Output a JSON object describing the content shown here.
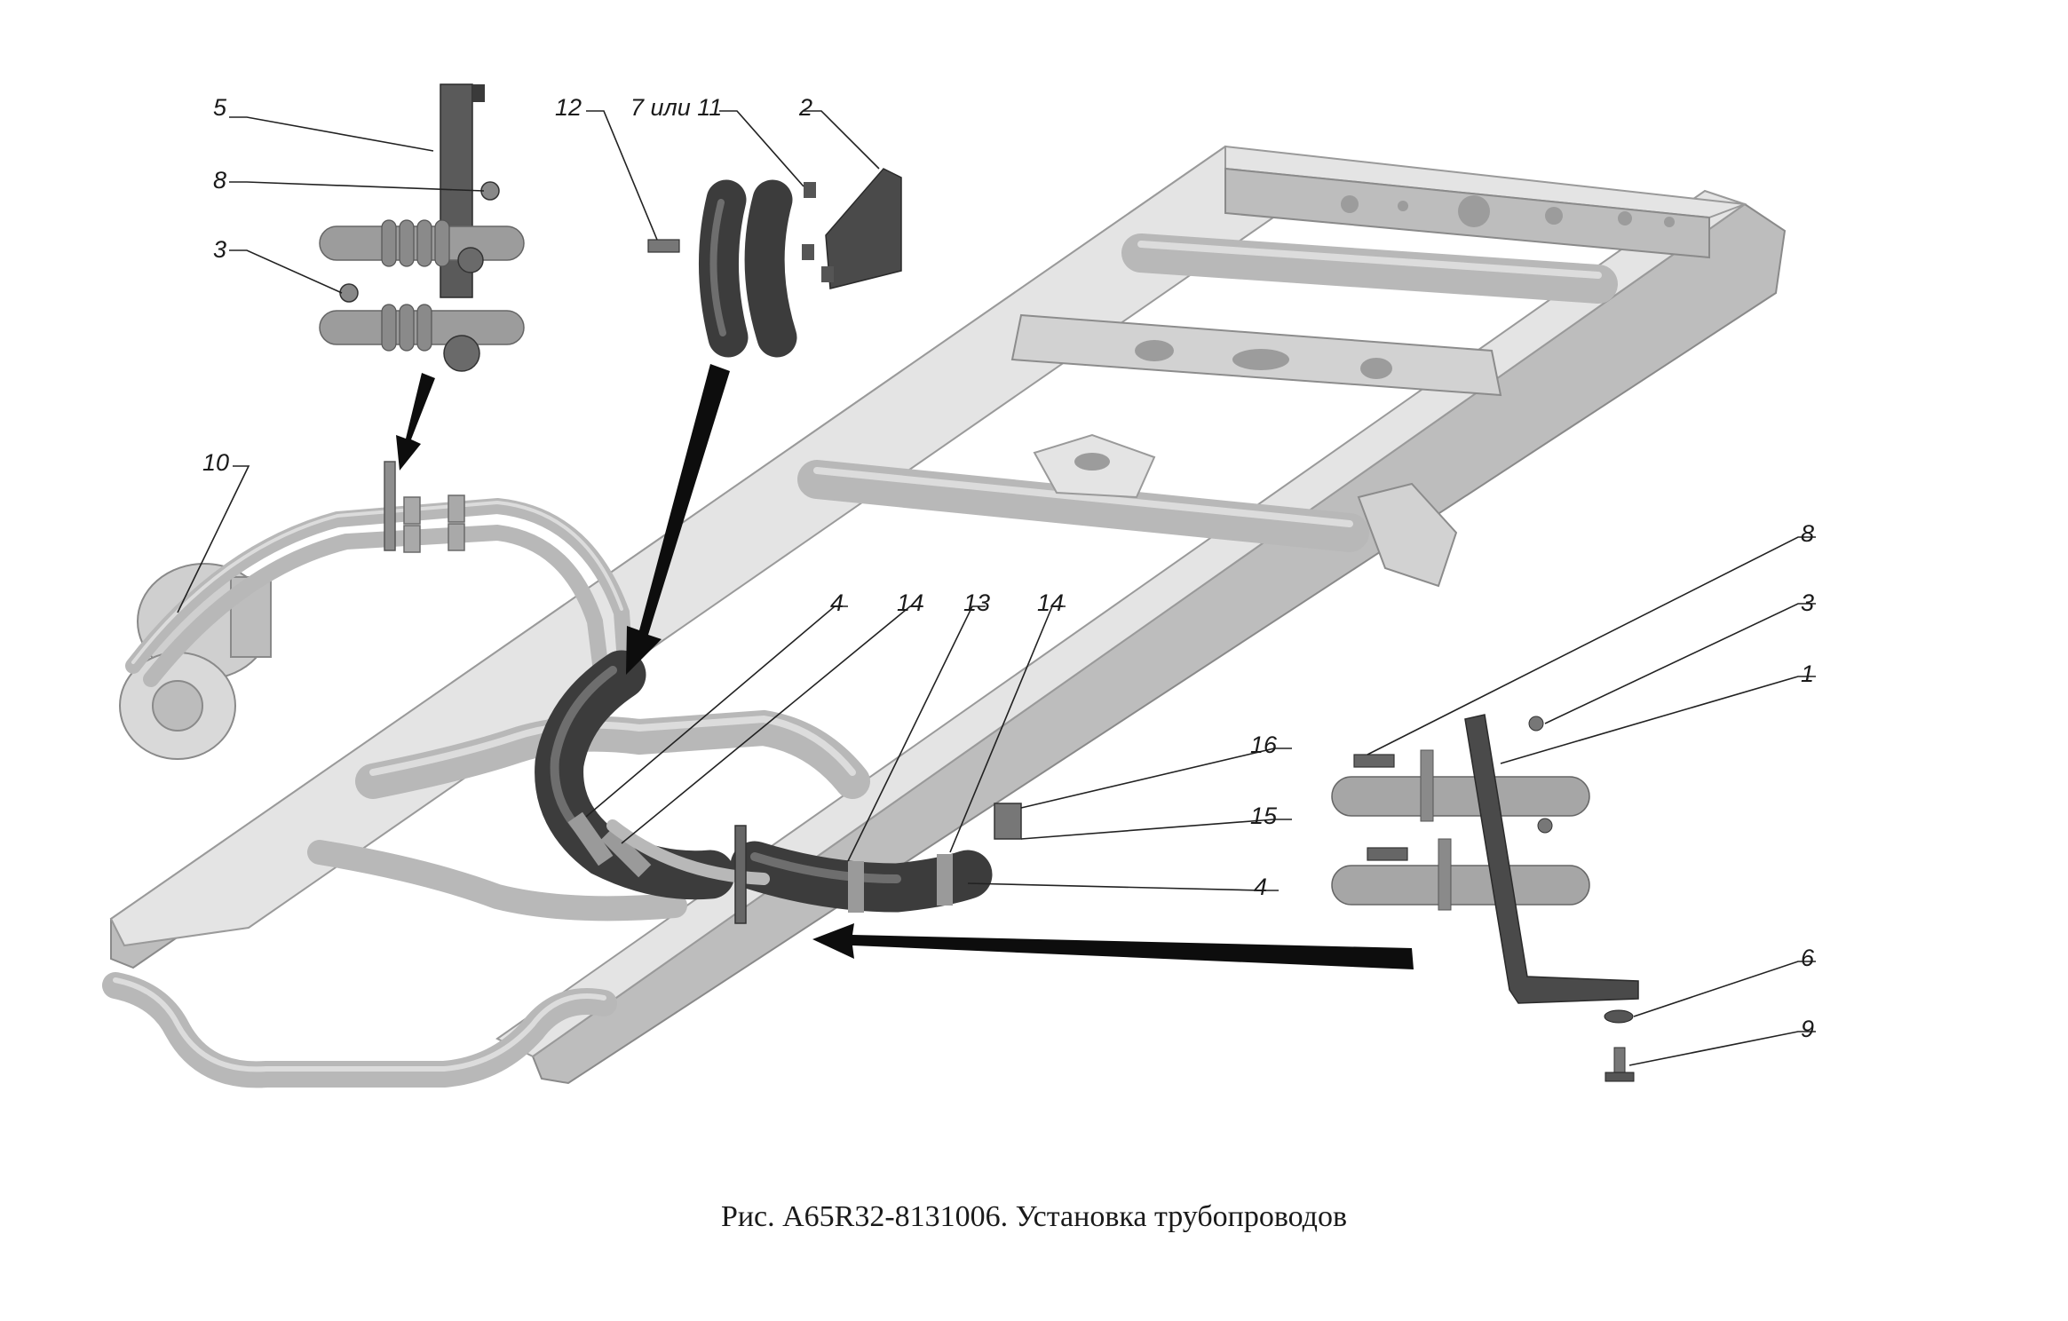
{
  "caption": "Рис. А65R32-8131006. Установка трубопроводов",
  "callouts": {
    "c5": "5",
    "c8_top": "8",
    "c3_top": "3",
    "c12": "12",
    "c7or11": "7 или 11",
    "c2": "2",
    "c10": "10",
    "c4_top": "4",
    "c14_a": "14",
    "c13": "13",
    "c14_b": "14",
    "c8_right": "8",
    "c3_right": "3",
    "c1": "1",
    "c16": "16",
    "c15": "15",
    "c4_bottom": "4",
    "c6": "6",
    "c9": "9"
  },
  "icons": {
    "pointer_arrow": "arrow-icon"
  }
}
